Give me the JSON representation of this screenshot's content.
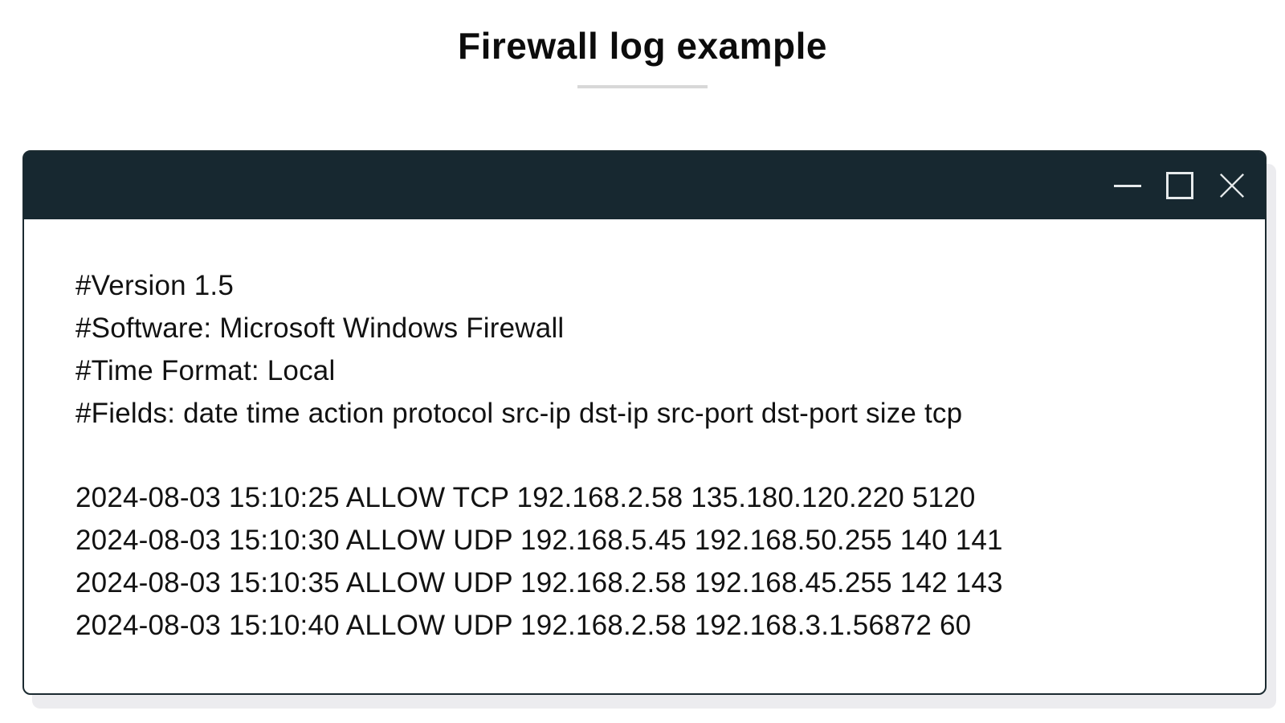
{
  "page": {
    "title": "Firewall log example"
  },
  "window": {
    "titlebar": {
      "controls": [
        {
          "name": "minimize",
          "icon": "minimize-icon"
        },
        {
          "name": "maximize",
          "icon": "maximize-icon"
        },
        {
          "name": "close",
          "icon": "close-icon"
        }
      ]
    }
  },
  "log": {
    "header_lines": [
      "#Version 1.5",
      "#Software: Microsoft Windows Firewall",
      "#Time Format: Local",
      "#Fields: date time action protocol src-ip dst-ip src-port dst-port size tcp"
    ],
    "entries": [
      "2024-08-03 15:10:25 ALLOW TCP 192.168.2.58 135.180.120.220 5120",
      "2024-08-03 15:10:30 ALLOW UDP 192.168.5.45 192.168.50.255 140 141",
      "2024-08-03 15:10:35 ALLOW UDP 192.168.2.58 192.168.45.255 142 143",
      "2024-08-03 15:10:40 ALLOW UDP 192.168.2.58 192.168.3.1.56872 60"
    ]
  },
  "colors": {
    "titlebar_background": "#172830",
    "window_border": "#1b2a30",
    "window_shadow": "#ececef",
    "control_icon": "#e6eaeb",
    "divider": "#d8d8d8",
    "text": "#121212",
    "page_background": "#ffffff"
  }
}
